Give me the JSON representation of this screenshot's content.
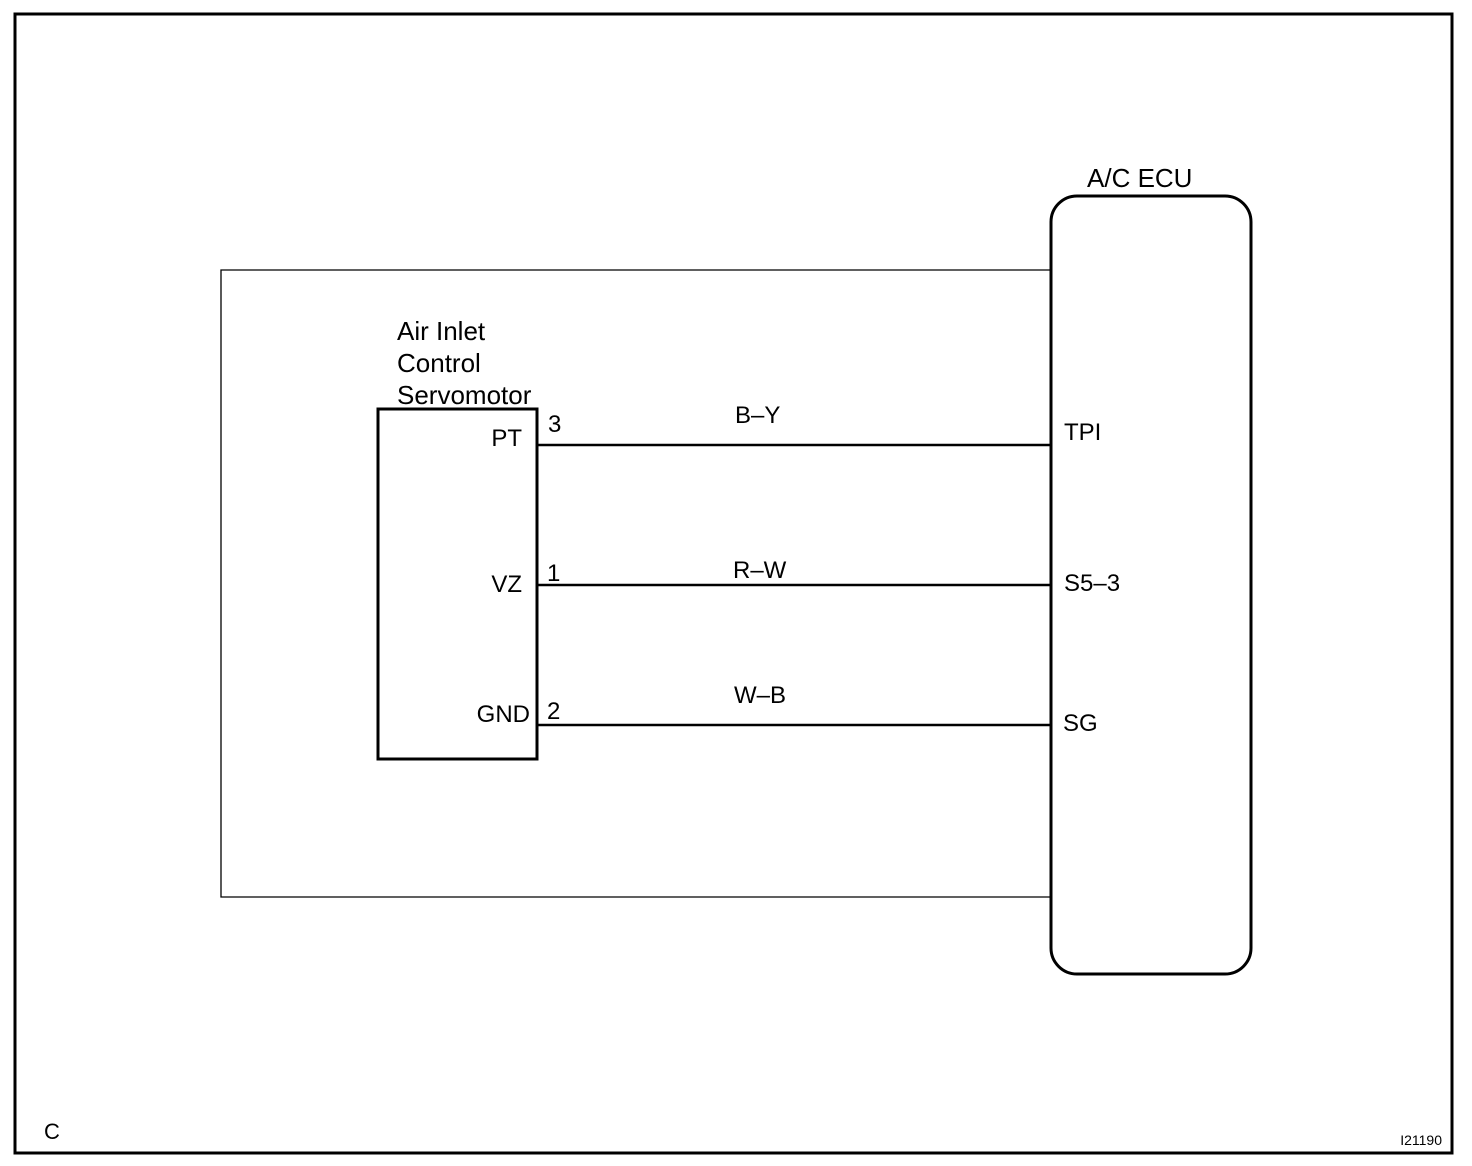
{
  "ecu": {
    "title": "A/C ECU"
  },
  "servomotor": {
    "title_lines": [
      "Air Inlet",
      "Control",
      "Servomotor"
    ]
  },
  "connections": [
    {
      "component_terminal": "PT",
      "pin": "3",
      "wire_color": "B–Y",
      "ecu_terminal": "TPI"
    },
    {
      "component_terminal": "VZ",
      "pin": "1",
      "wire_color": "R–W",
      "ecu_terminal": "S5–3"
    },
    {
      "component_terminal": "GND",
      "pin": "2",
      "wire_color": "W–B",
      "ecu_terminal": "SG"
    }
  ],
  "footer": {
    "corner_letter": "C",
    "figure_id": "I21190"
  }
}
